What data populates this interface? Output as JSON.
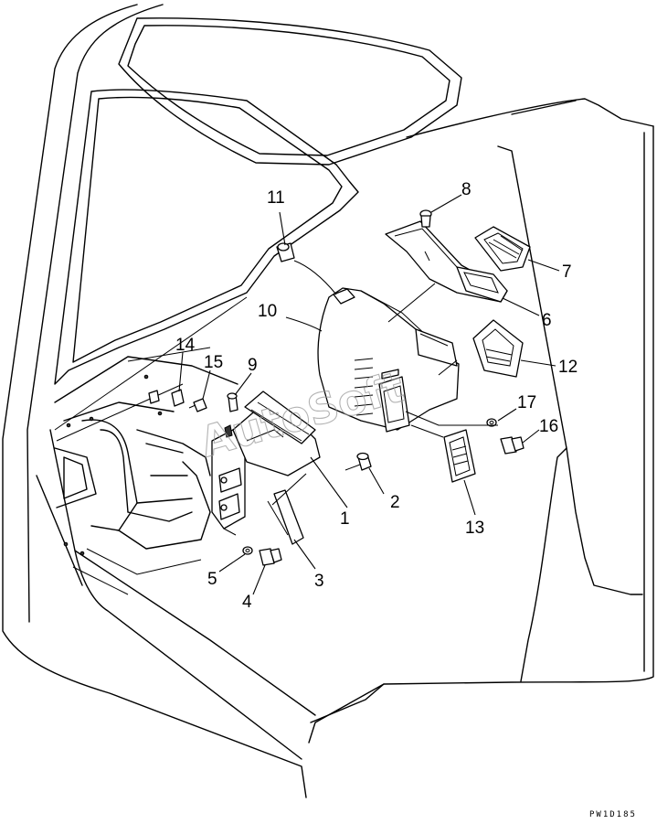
{
  "diagram": {
    "callouts": [
      {
        "id": "c1",
        "label": "1"
      },
      {
        "id": "c2",
        "label": "2"
      },
      {
        "id": "c3",
        "label": "3"
      },
      {
        "id": "c4",
        "label": "4"
      },
      {
        "id": "c5",
        "label": "5"
      },
      {
        "id": "c6",
        "label": "6"
      },
      {
        "id": "c7",
        "label": "7"
      },
      {
        "id": "c8",
        "label": "8"
      },
      {
        "id": "c9",
        "label": "9"
      },
      {
        "id": "c10",
        "label": "10"
      },
      {
        "id": "c11",
        "label": "11"
      },
      {
        "id": "c12",
        "label": "12"
      },
      {
        "id": "c13",
        "label": "13"
      },
      {
        "id": "c14",
        "label": "14"
      },
      {
        "id": "c15",
        "label": "15"
      },
      {
        "id": "c16",
        "label": "16"
      },
      {
        "id": "c17",
        "label": "17"
      }
    ],
    "watermark": "AutoSoft",
    "drawing_code": "PW1D185"
  }
}
